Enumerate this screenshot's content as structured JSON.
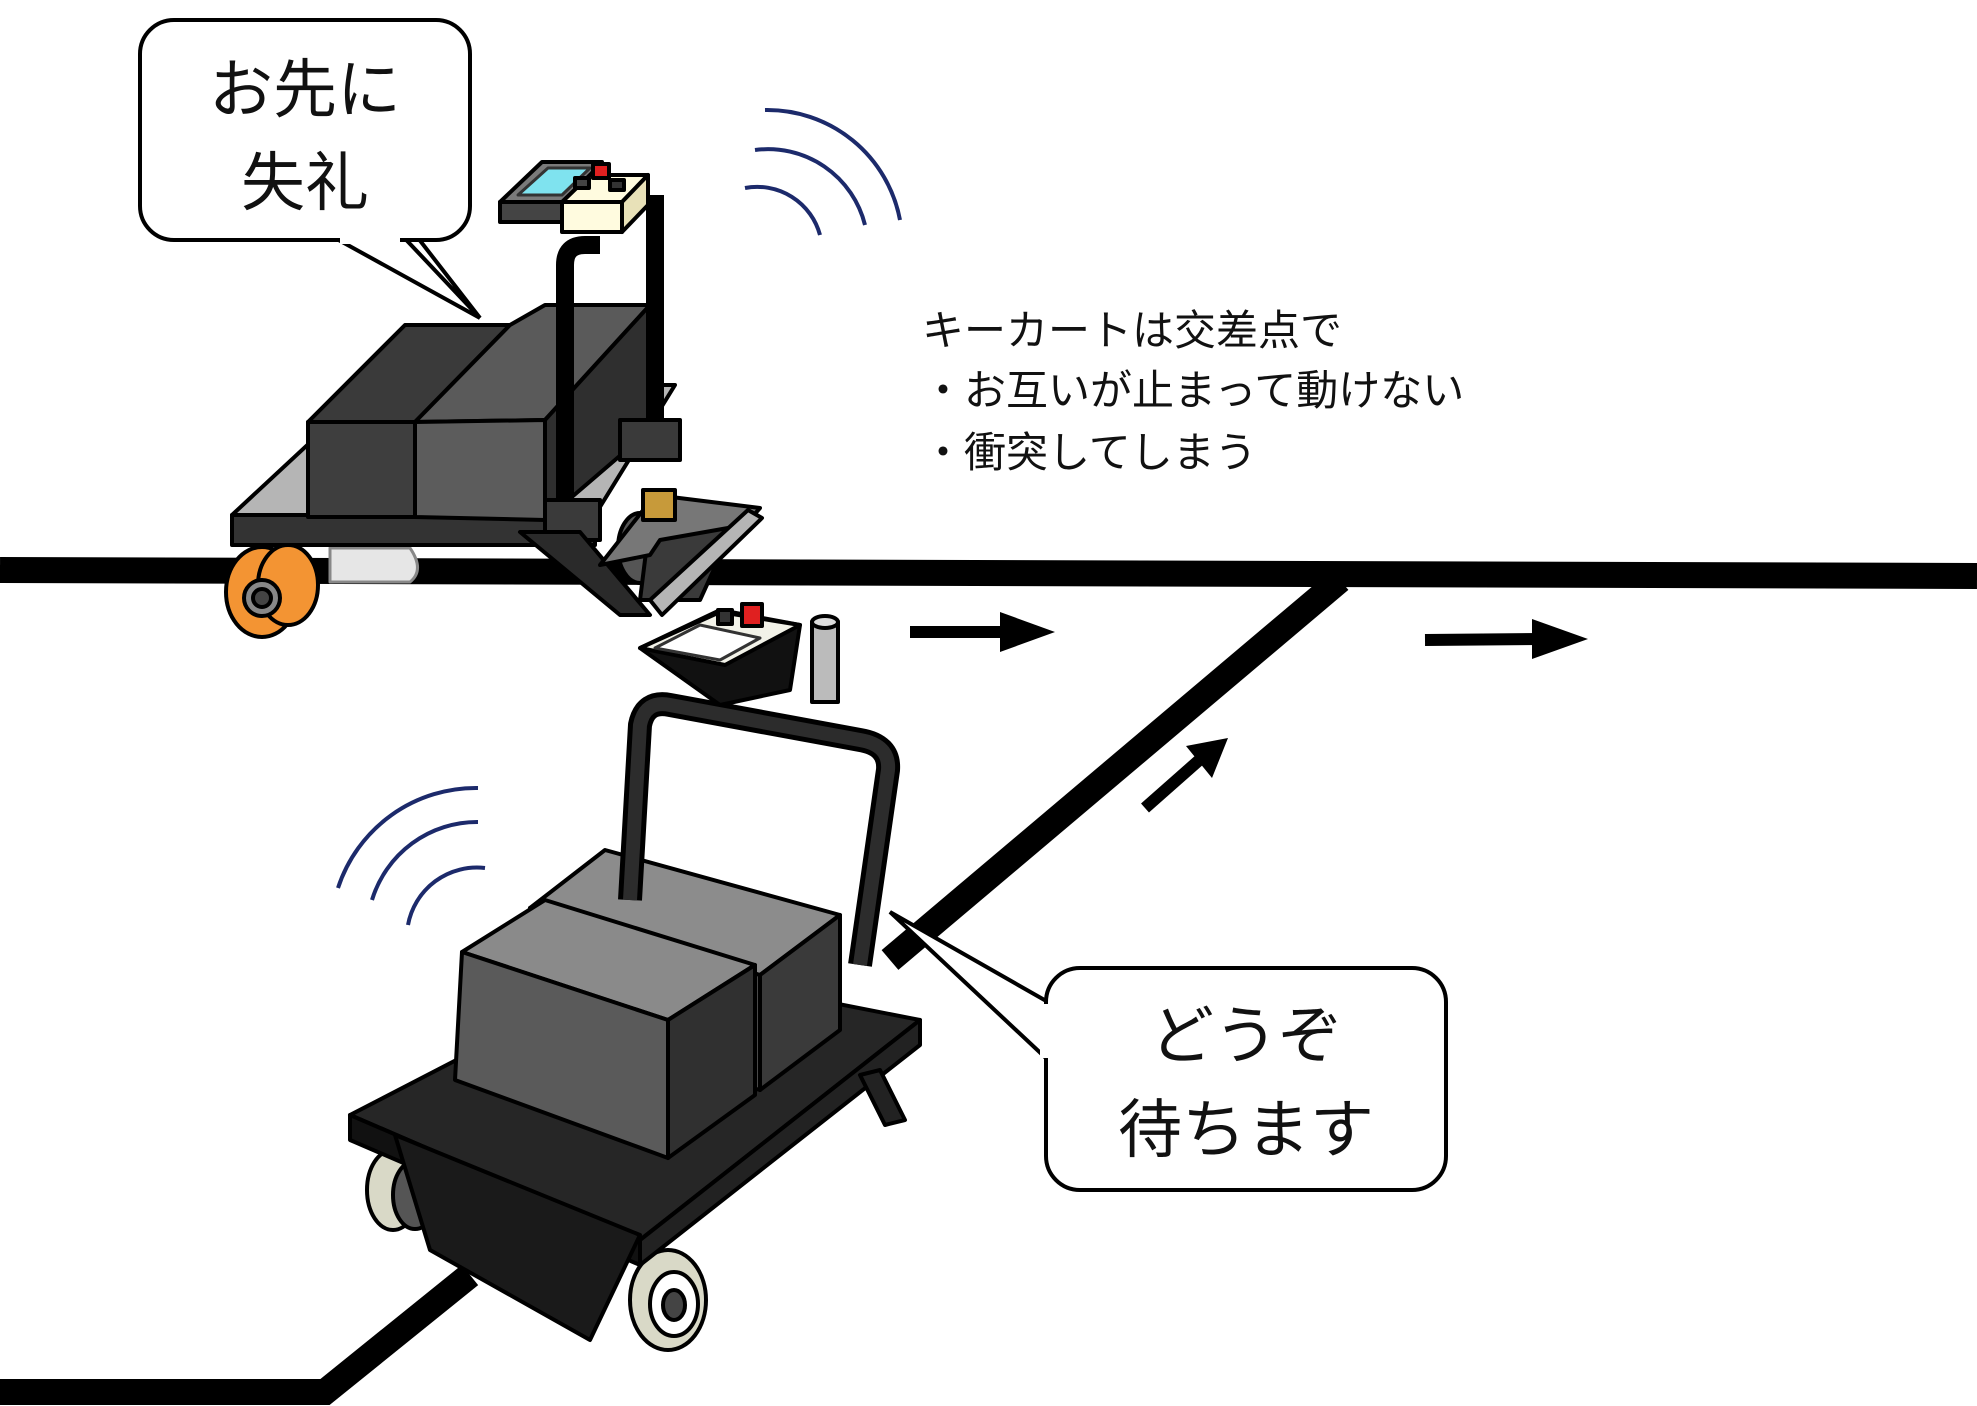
{
  "bubble_top": {
    "line1": "お先に",
    "line2": "失礼"
  },
  "bubble_bottom": {
    "line1": "どうぞ",
    "line2": "待ちます"
  },
  "note": {
    "line1": "キーカートは交差点で",
    "line2": "・お互いが止まって動けない",
    "line3": "・衝突してしまう"
  },
  "colors": {
    "track": "#000000",
    "cart_body": "#5a5a5a",
    "cart_dark": "#2a2a2a",
    "wheel_orange": "#f39433",
    "wave": "#1c2a6b",
    "stop_button": "#e02020"
  }
}
